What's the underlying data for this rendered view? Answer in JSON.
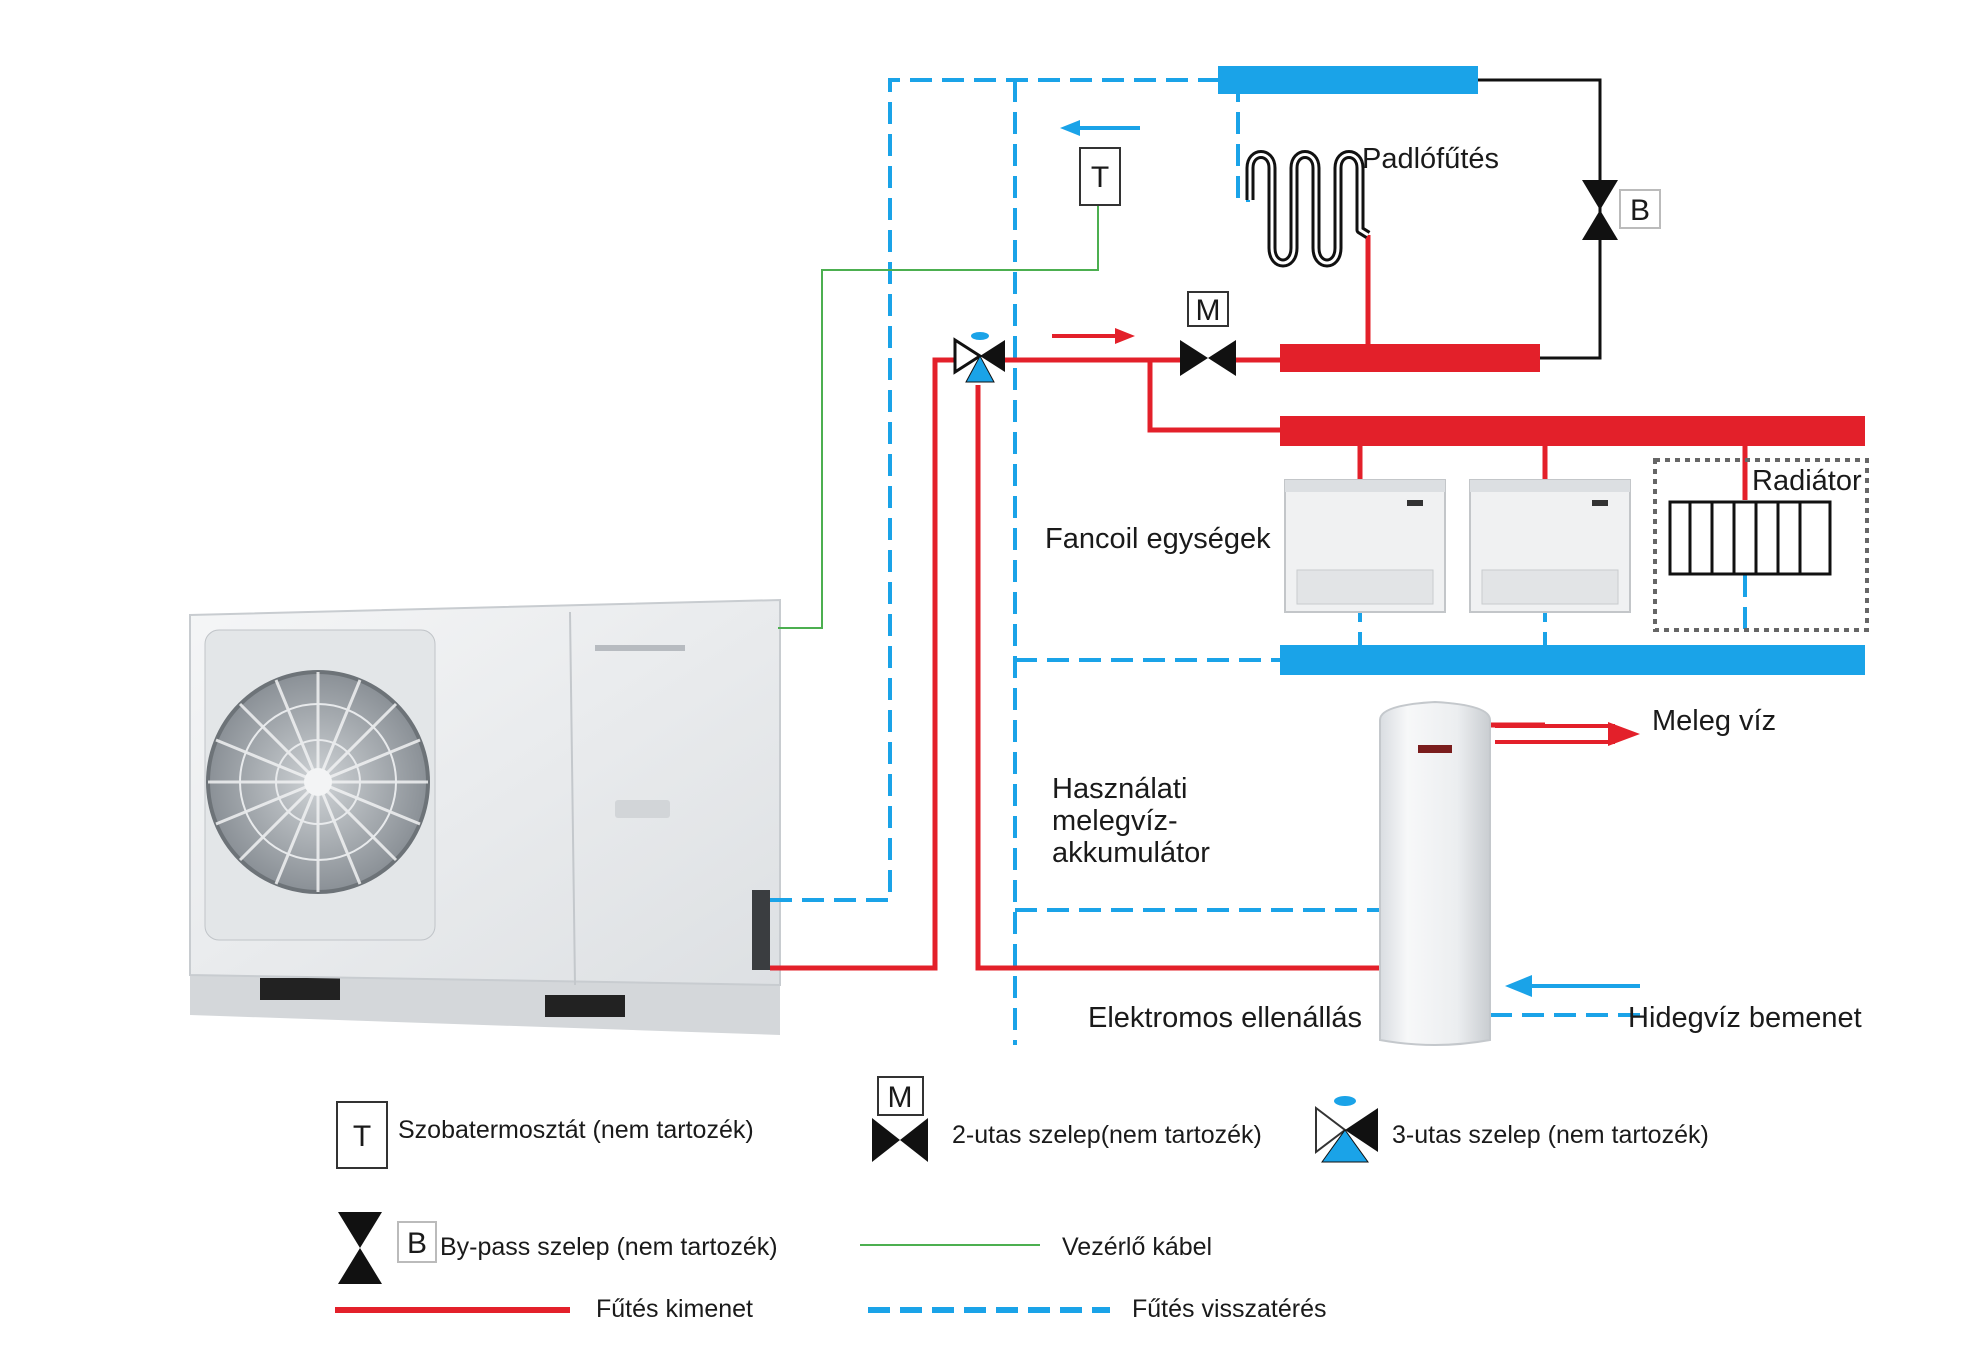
{
  "labels": {
    "floor_heating": "Padlófűtés",
    "radiator": "Radiátor",
    "fancoil_units": "Fancoil egységek",
    "dhw_tank_line1": "Használati",
    "dhw_tank_line2": "melegvíz-",
    "dhw_tank_line3": "akkumulátor",
    "hot_water": "Meleg víz",
    "electric_heater": "Elektromos ellenállás",
    "cold_water_inlet": "Hidegvíz bemenet"
  },
  "symbols": {
    "thermostat_letter": "T",
    "motor_letter": "M",
    "bypass_letter": "B"
  },
  "legend": {
    "thermostat": "Szobatermosztát (nem tartozék)",
    "two_way_valve": "2-utas   szelep(nem  tartozék)",
    "three_way_valve": "3-utas szelep (nem tartozék)",
    "bypass_valve": "By-pass szelep (nem tartozék)",
    "control_cable": "Vezérlő  kábel",
    "heating_output": "Fűtés kimenet",
    "heating_return": "Fűtés  visszatérés"
  },
  "colors": {
    "supply_red": "#e3202a",
    "return_blue": "#1aa3e8",
    "control_green": "#4caf50",
    "valve_black": "#111111",
    "valve_blue": "#1aa3e8"
  },
  "icons": {
    "heat_pump": "outdoor-heat-pump-unit",
    "fancoil": "fancoil-unit-icon",
    "radiator": "radiator-icon",
    "tank": "hot-water-tank-icon",
    "thermostat": "thermostat-icon",
    "two_way_valve": "two-way-valve-icon",
    "three_way_valve": "three-way-valve-icon",
    "bypass_valve": "bypass-valve-icon"
  }
}
